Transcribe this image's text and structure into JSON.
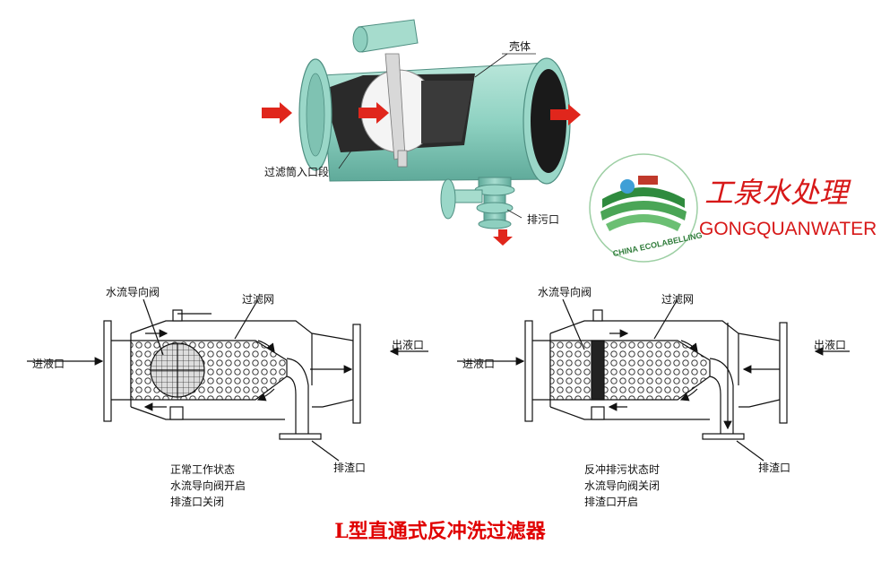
{
  "top_labels": {
    "shell": "壳体",
    "inlet_section": "过滤筒入口段",
    "drain_port": "排污口"
  },
  "logo": {
    "cn_name": "工泉水处理",
    "en_name": "GONGQUANWATER",
    "seal_text": "CHINA ECOLABELLING"
  },
  "left_diagram": {
    "valve_label": "水流导向阀",
    "screen_label": "过滤网",
    "inlet_label": "进液口",
    "outlet_label": "出液口",
    "slag_label": "排渣口",
    "status": [
      "正常工作状态",
      "水流导向阀开启",
      "排渣口关闭"
    ]
  },
  "right_diagram": {
    "valve_label": "水流导向阀",
    "screen_label": "过滤网",
    "inlet_label": "进液口",
    "outlet_label": "出液口",
    "slag_label": "排渣口",
    "status": [
      "反冲排污状态时",
      "水流导向阀关闭",
      "排渣口开启"
    ]
  },
  "title": "L型直通式反冲洗过滤器",
  "colors": {
    "body": "#8fd2c2",
    "body_dark": "#5faa9a",
    "arrow": "#e0261c",
    "title": "#e00000",
    "brand": "#d71818",
    "logo_green": "#2f8b3e"
  }
}
